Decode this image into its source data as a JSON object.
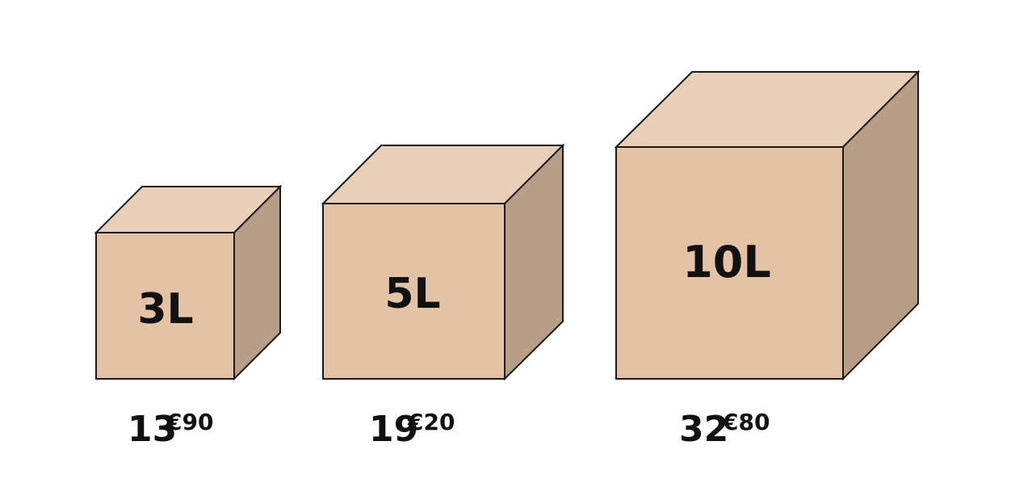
{
  "colors": {
    "front": "#e3c2a5",
    "top": "#eacfb8",
    "side": "#b89e86",
    "edge": "#1a1a1a",
    "text": "#111111"
  },
  "boxes": [
    {
      "volume": "3L",
      "price_main": "13",
      "price_sup": "€90"
    },
    {
      "volume": "5L",
      "price_main": "19",
      "price_sup": "€20"
    },
    {
      "volume": "10L",
      "price_main": "32",
      "price_sup": "€80"
    }
  ]
}
